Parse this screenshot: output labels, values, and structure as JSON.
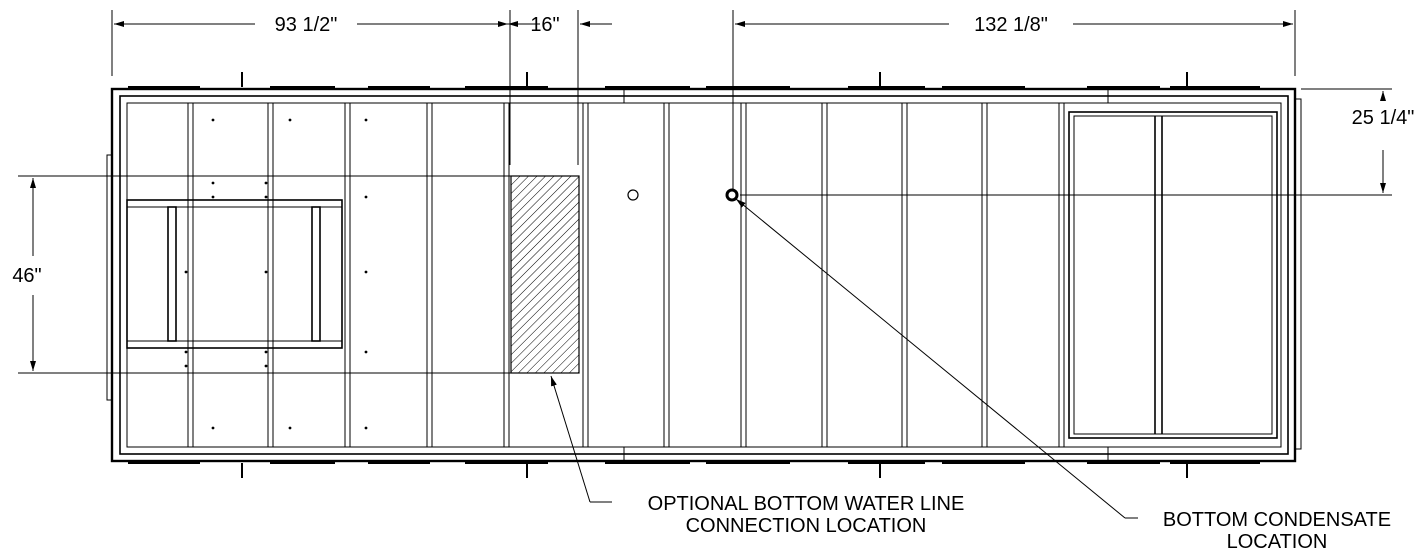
{
  "dimensions": {
    "top_left": "93 1/2\"",
    "top_middle": "16\"",
    "top_right": "132 1/8\"",
    "right_vertical": "25 1/4\"",
    "left_vertical": "46\""
  },
  "callouts": {
    "water_line": [
      "OPTIONAL BOTTOM WATER LINE",
      "CONNECTION LOCATION"
    ],
    "condensate": [
      "BOTTOM CONDENSATE",
      "LOCATION"
    ]
  }
}
